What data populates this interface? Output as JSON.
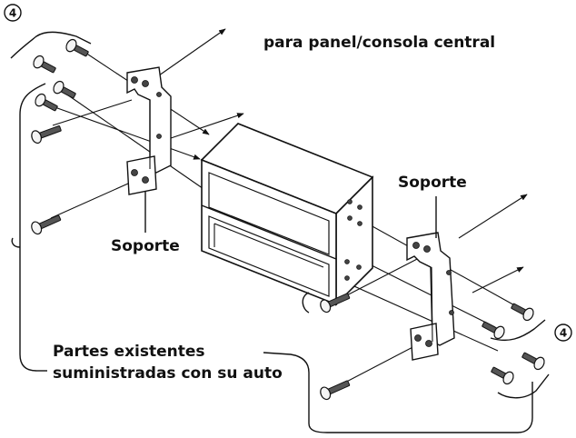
{
  "labels": {
    "top_mount": "para panel/consola central",
    "bracket_left": "Soporte",
    "bracket_right": "Soporte",
    "existing_parts_line1": "Partes existentes",
    "existing_parts_line2": "suministradas con su auto",
    "callout_left": "4",
    "callout_right": "4"
  }
}
